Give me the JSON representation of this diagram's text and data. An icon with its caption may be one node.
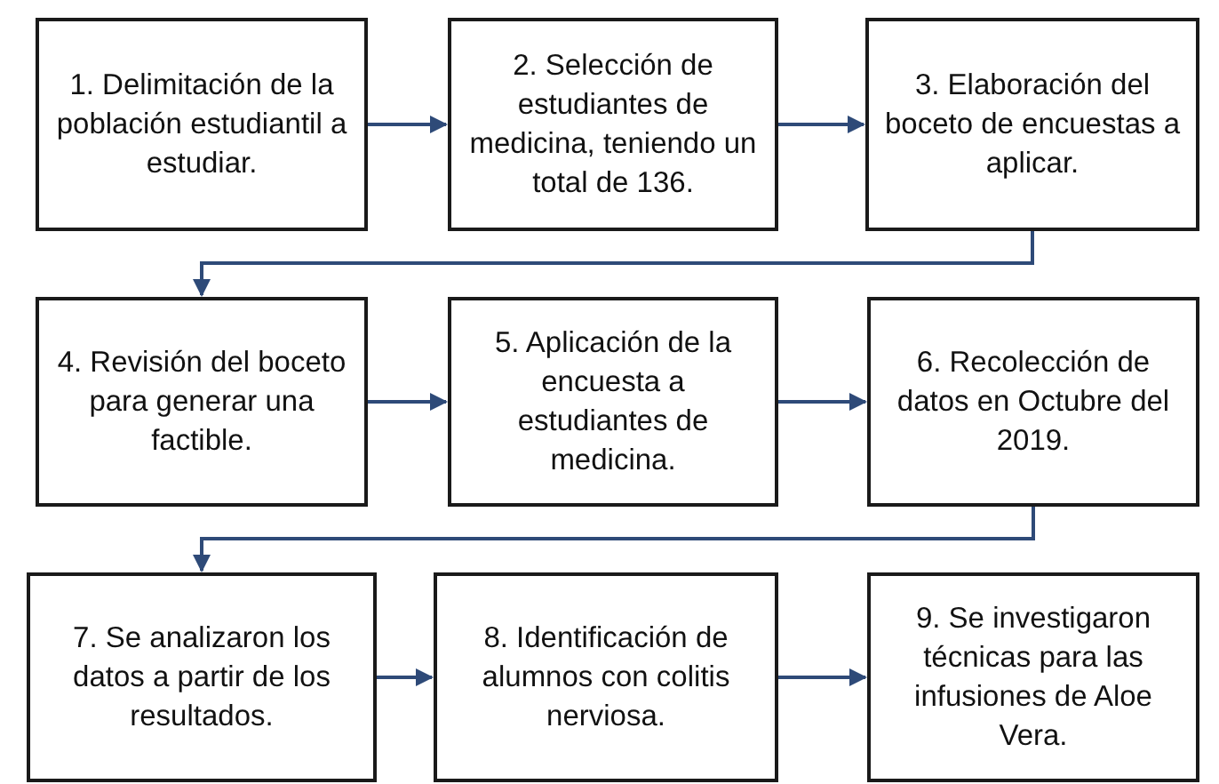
{
  "diagram": {
    "nodes": [
      {
        "text": [
          "1. Delimitación de la población estudiantil a estudiar."
        ]
      },
      {
        "text": [
          "2. Selección de estudiantes de medicina, teniendo un total de 136."
        ]
      },
      {
        "text": [
          "3. Elaboración del boceto de encuestas a aplicar."
        ]
      },
      {
        "text": [
          "4. Revisión del boceto para generar una factible."
        ]
      },
      {
        "text": [
          "5. Aplicación de la encuesta a estudiantes de medicina."
        ]
      },
      {
        "text": [
          "6. Recolección de datos en Octubre del 2019."
        ]
      },
      {
        "text": [
          "7. Se analizaron los datos a partir de los resultados."
        ]
      },
      {
        "text": [
          "8. Identificación de alumnos con colitis nerviosa."
        ]
      },
      {
        "text": [
          "9. Se investigaron técnicas para las infusiones de Aloe Vera."
        ]
      }
    ],
    "edges": [
      {
        "from": 0,
        "to": 1,
        "arrow": "to"
      },
      {
        "from": 1,
        "to": 2,
        "arrow": "to"
      },
      {
        "from": 2,
        "to": 3,
        "arrow": "to"
      },
      {
        "from": 3,
        "to": 4,
        "arrow": "to"
      },
      {
        "from": 4,
        "to": 5,
        "arrow": "to"
      },
      {
        "from": 5,
        "to": 6,
        "arrow": "to"
      },
      {
        "from": 6,
        "to": 7,
        "arrow": "to"
      },
      {
        "from": 7,
        "to": 8,
        "arrow": "to"
      }
    ]
  }
}
